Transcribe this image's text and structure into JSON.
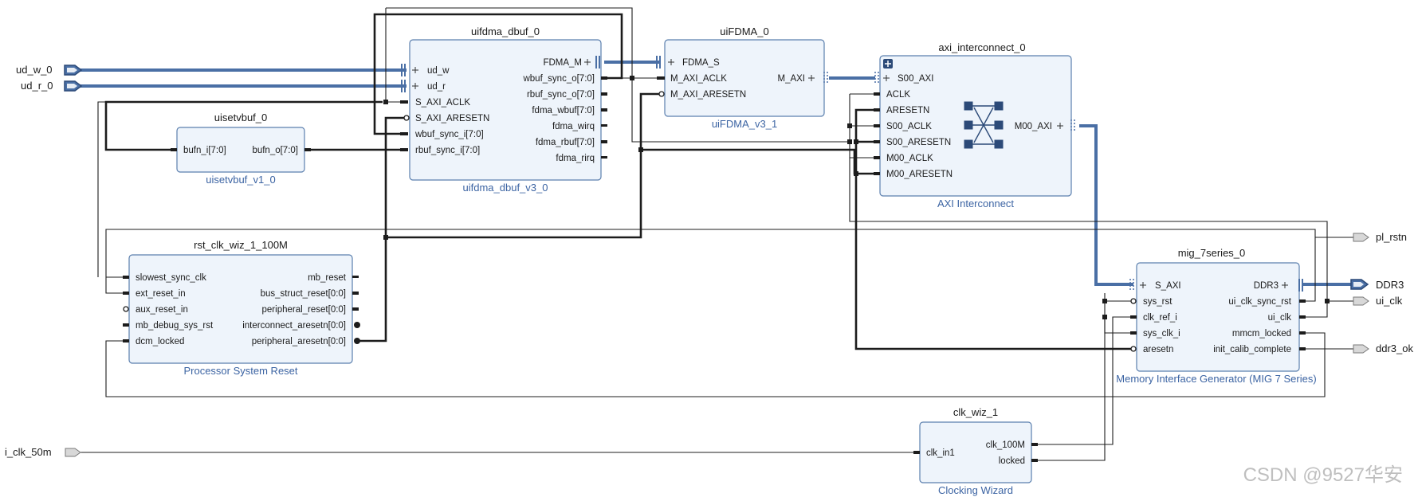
{
  "external_ports": {
    "ud_w_0": "ud_w_0",
    "ud_r_0": "ud_r_0",
    "i_clk_50m": "i_clk_50m",
    "pl_rstn": "pl_rstn",
    "ddr3": "DDR3",
    "ui_clk": "ui_clk",
    "ddr3_ok": "ddr3_ok"
  },
  "blocks": {
    "uifdma_dbuf_0": {
      "instance": "uifdma_dbuf_0",
      "ip": "uifdma_dbuf_v3_0",
      "pins_left": [
        "ud_w",
        "ud_r",
        "S_AXI_ACLK",
        "S_AXI_ARESETN",
        "wbuf_sync_i[7:0]",
        "rbuf_sync_i[7:0]"
      ],
      "pins_right": [
        "FDMA_M",
        "wbuf_sync_o[7:0]",
        "rbuf_sync_o[7:0]",
        "fdma_wbuf[7:0]",
        "fdma_wirq",
        "fdma_rbuf[7:0]",
        "fdma_rirq"
      ]
    },
    "uiFDMA_0": {
      "instance": "uiFDMA_0",
      "ip": "uiFDMA_v3_1",
      "pins_left": [
        "FDMA_S",
        "M_AXI_ACLK",
        "M_AXI_ARESETN"
      ],
      "pins_right": [
        "M_AXI"
      ]
    },
    "axi_interconnect_0": {
      "instance": "axi_interconnect_0",
      "ip": "AXI Interconnect",
      "pins_left": [
        "S00_AXI",
        "ACLK",
        "ARESETN",
        "S00_ACLK",
        "S00_ARESETN",
        "M00_ACLK",
        "M00_ARESETN"
      ],
      "pins_right": [
        "M00_AXI"
      ]
    },
    "uisetvbuf_0": {
      "instance": "uisetvbuf_0",
      "ip": "uisetvbuf_v1_0",
      "pins_left": [
        "bufn_i[7:0]"
      ],
      "pins_right": [
        "bufn_o[7:0]"
      ]
    },
    "rst_clk_wiz_1_100M": {
      "instance": "rst_clk_wiz_1_100M",
      "ip": "Processor System Reset",
      "pins_left": [
        "slowest_sync_clk",
        "ext_reset_in",
        "aux_reset_in",
        "mb_debug_sys_rst",
        "dcm_locked"
      ],
      "pins_right": [
        "mb_reset",
        "bus_struct_reset[0:0]",
        "peripheral_reset[0:0]",
        "interconnect_aresetn[0:0]",
        "peripheral_aresetn[0:0]"
      ]
    },
    "mig_7series_0": {
      "instance": "mig_7series_0",
      "ip": "Memory Interface Generator (MIG 7 Series)",
      "pins_left": [
        "S_AXI",
        "sys_rst",
        "clk_ref_i",
        "sys_clk_i",
        "aresetn"
      ],
      "pins_right": [
        "DDR3",
        "ui_clk_sync_rst",
        "ui_clk",
        "mmcm_locked",
        "init_calib_complete"
      ]
    },
    "clk_wiz_1": {
      "instance": "clk_wiz_1",
      "ip": "Clocking Wizard",
      "pins_left": [
        "clk_in1"
      ],
      "pins_right": [
        "clk_100M",
        "locked"
      ]
    }
  },
  "watermark": "CSDN @9527华安"
}
